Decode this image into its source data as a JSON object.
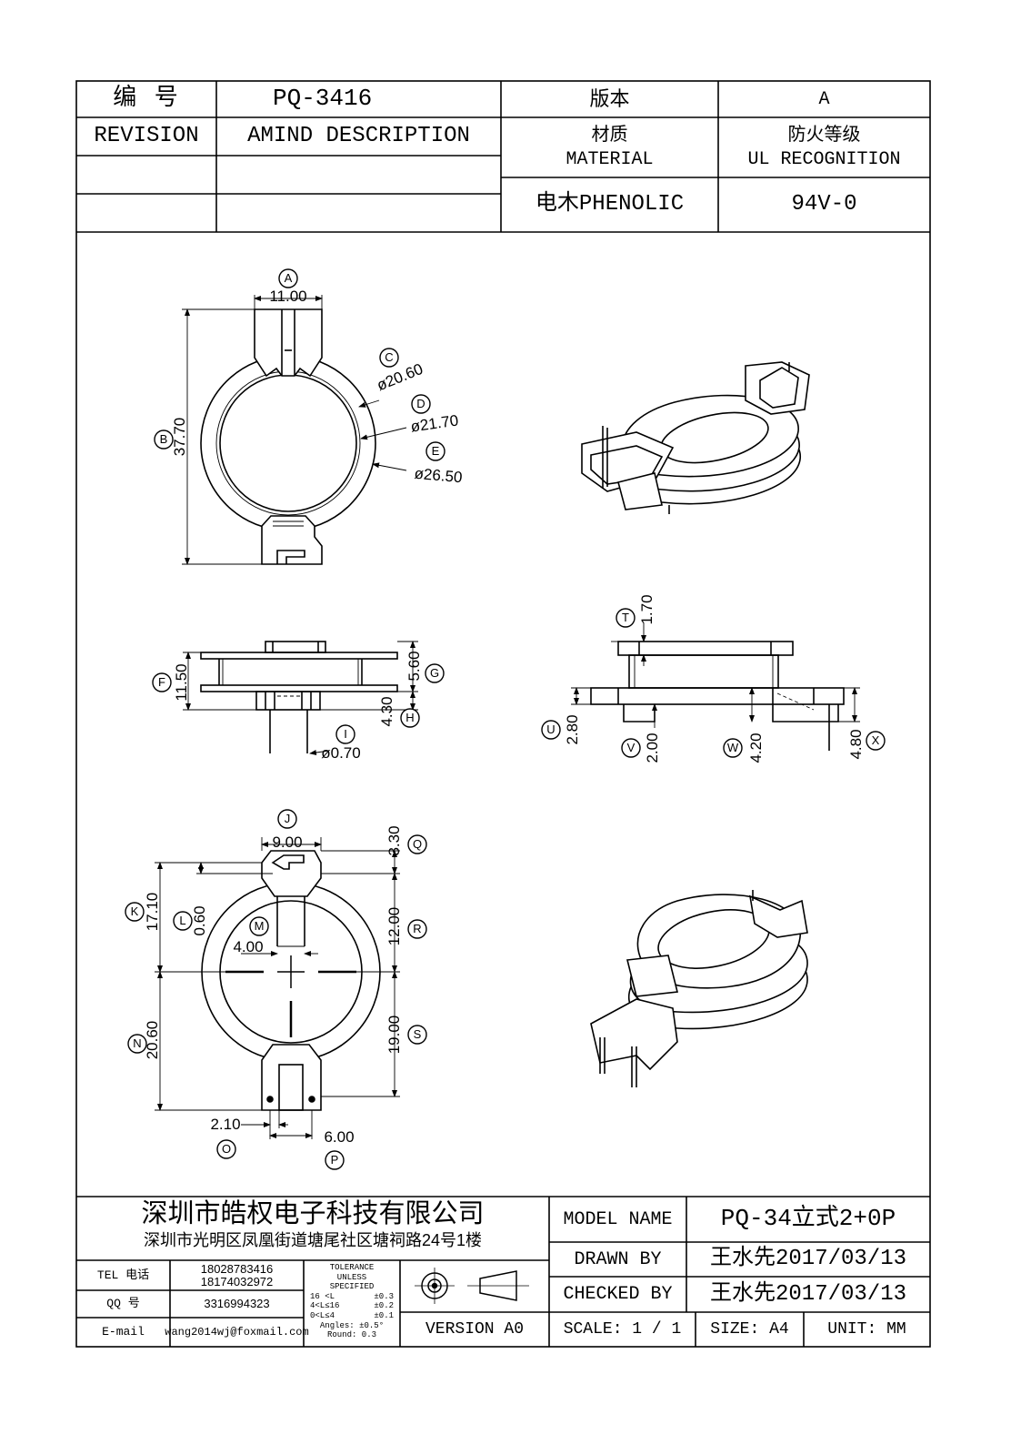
{
  "header": {
    "number_label": "编  号",
    "part_number": "PQ-3416",
    "version_label": "版本",
    "version_value": "A",
    "revision_label": "REVISION",
    "amend_label": "AMIND DESCRIPTION",
    "material_label_cn": "材质",
    "material_label_en": "MATERIAL",
    "fire_label_cn": "防火等级",
    "fire_label_en": "UL RECOGNITION",
    "material_value": "电木PHENOLIC",
    "fire_value": "94V-0"
  },
  "dimensions": {
    "A": {
      "letter": "A",
      "value": "11.00"
    },
    "B": {
      "letter": "B",
      "value": "37.70"
    },
    "C": {
      "letter": "C",
      "value": "ø20.60"
    },
    "D": {
      "letter": "D",
      "value": "ø21.70"
    },
    "E": {
      "letter": "E",
      "value": "ø26.50"
    },
    "F": {
      "letter": "F",
      "value": "11.50"
    },
    "G": {
      "letter": "G",
      "value": "5.60"
    },
    "H": {
      "letter": "H",
      "value": "4.30"
    },
    "I": {
      "letter": "I",
      "value": "ø0.70"
    },
    "J": {
      "letter": "J",
      "value": "9.00"
    },
    "K": {
      "letter": "K",
      "value": "17.10"
    },
    "L": {
      "letter": "L",
      "value": "0.60"
    },
    "M": {
      "letter": "M",
      "value": "4.00"
    },
    "N": {
      "letter": "N",
      "value": "20.60"
    },
    "O": {
      "letter": "O",
      "value": "2.10"
    },
    "P": {
      "letter": "P",
      "value": "6.00"
    },
    "Q": {
      "letter": "Q",
      "value": "3.30"
    },
    "R": {
      "letter": "R",
      "value": "12.00"
    },
    "S": {
      "letter": "S",
      "value": "19.00"
    },
    "T": {
      "letter": "T",
      "value": "1.70"
    },
    "U": {
      "letter": "U",
      "value": "2.80"
    },
    "V": {
      "letter": "V",
      "value": "2.00"
    },
    "W": {
      "letter": "W",
      "value": "4.20"
    },
    "X": {
      "letter": "X",
      "value": "4.80"
    }
  },
  "footer": {
    "company_name": "深圳市皓权电子科技有限公司",
    "company_address": "深圳市光明区凤凰街道塘尾社区塘祠路24号1楼",
    "tel_label": "TEL 电话",
    "tel_1": "18028783416",
    "tel_2": "18174032972",
    "qq_label": "QQ  号",
    "qq_value": "3316994323",
    "email_label": "E-mail",
    "email_value": "wang2014wj@foxmail.com",
    "tolerance_title_1": "TOLERANCE",
    "tolerance_title_2": "UNLESS",
    "tolerance_title_3": "SPECIFIED",
    "tol_row_1_range": "16 <L",
    "tol_row_1_value": "±0.3",
    "tol_row_2_range": "4<L≤16",
    "tol_row_2_value": "±0.2",
    "tol_row_3_range": "0<L≤4",
    "tol_row_3_value": "±0.1",
    "tol_row_4": "Angles: ±0.5°",
    "tol_row_5": "Round: 0.3",
    "version_text": "VERSION A0",
    "model_name_label": "MODEL NAME",
    "model_name_value": "PQ-34立式2+0P",
    "drawn_by_label": "DRAWN BY",
    "drawn_by_value": "王水先2017/03/13",
    "checked_by_label": "CHECKED BY",
    "checked_by_value": "王水先2017/03/13",
    "scale_label": "SCALE: 1 / 1",
    "size_label": "SIZE: A4",
    "unit_label": "UNIT: MM"
  }
}
